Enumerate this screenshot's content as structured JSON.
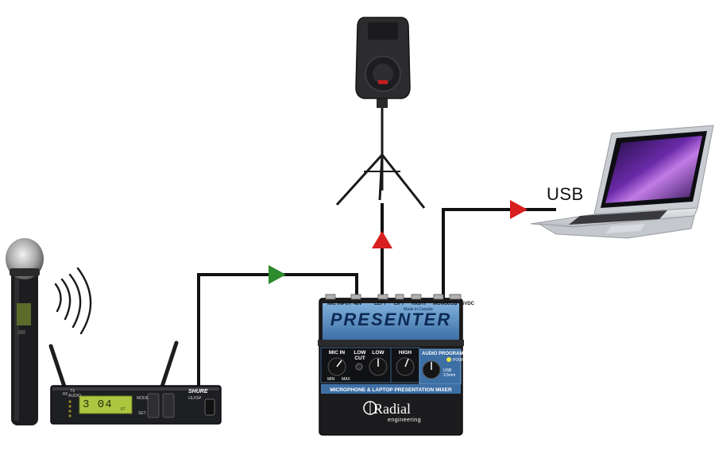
{
  "usb_label": "USB",
  "presenter": {
    "title": "PRESENTER",
    "made_in": "Made in Canada",
    "jacks": [
      "MIC INPUT",
      "48V",
      "LEFT",
      "LIFT",
      "RIGHT",
      "MONO",
      "USB - 5VDC"
    ],
    "knobs": [
      "MIC IN",
      "LOW CUT",
      "LOW",
      "HIGH"
    ],
    "audio_program": "AUDIO PROGRAM",
    "power": "POWER",
    "usb_35": "USB 3.5mm",
    "min": "MIN",
    "max": "MAX",
    "tagline": "MICROPHONE & LAPTOP PRESENTATION MIXER",
    "brand": "Radial",
    "brand_sub": "engineering"
  },
  "receiver": {
    "brand": "SHURE",
    "model": "ULXS4",
    "lcd": "3 04",
    "lcd_small": "67",
    "labels": [
      "RF",
      "TX",
      "AUDIO",
      "MODE",
      "SET"
    ]
  },
  "colors": {
    "arrow_green": "#2e8b2e",
    "arrow_red": "#d81e1e",
    "cable": "#111111",
    "mixer_blue": "#5a8fc4",
    "mixer_body": "#1c1c1e"
  }
}
